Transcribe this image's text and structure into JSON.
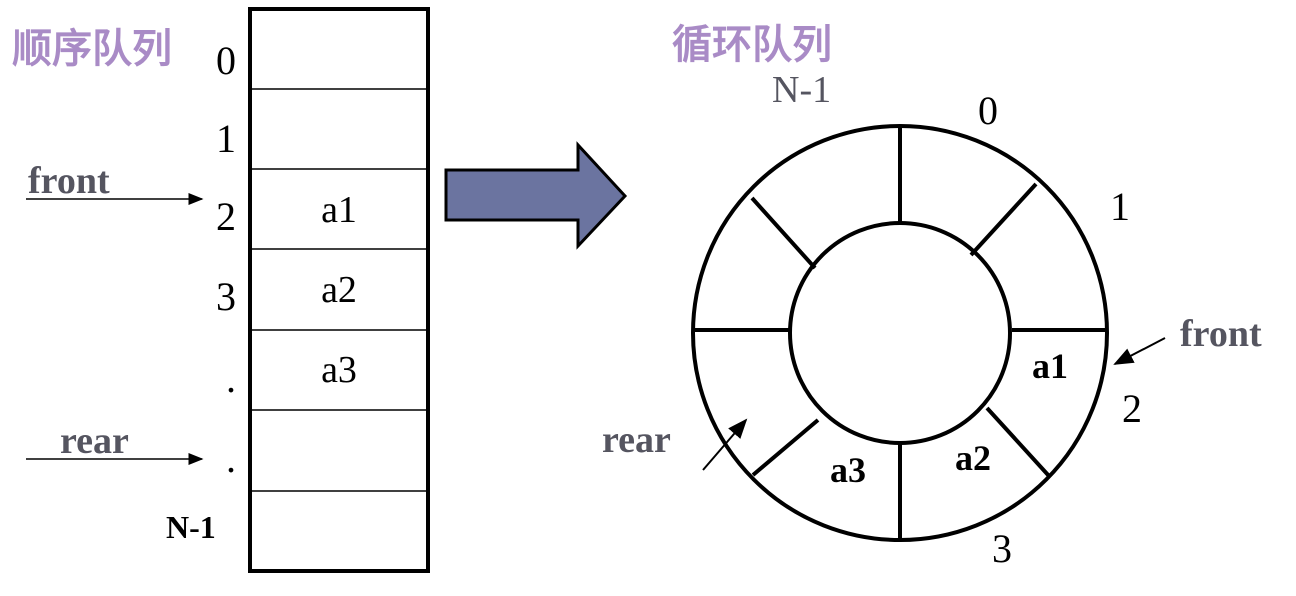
{
  "sequential": {
    "title": "顺序队列",
    "indices": [
      "0",
      "1",
      "2",
      "3",
      ".",
      ".",
      "N-1"
    ],
    "cells": [
      "",
      "",
      "a1",
      "a2",
      "a3",
      "",
      ""
    ],
    "front_label": "front",
    "rear_label": "rear"
  },
  "circular": {
    "title": "循环队列",
    "index_n1": "N-1",
    "index_0": "0",
    "index_1": "1",
    "index_2": "2",
    "index_3": "3",
    "cell_a1": "a1",
    "cell_a2": "a2",
    "cell_a3": "a3",
    "front_label": "front",
    "rear_label": "rear"
  },
  "colors": {
    "title": "#a98bc6",
    "arrow": "#6b74a0",
    "pointer_text": "#555560"
  }
}
